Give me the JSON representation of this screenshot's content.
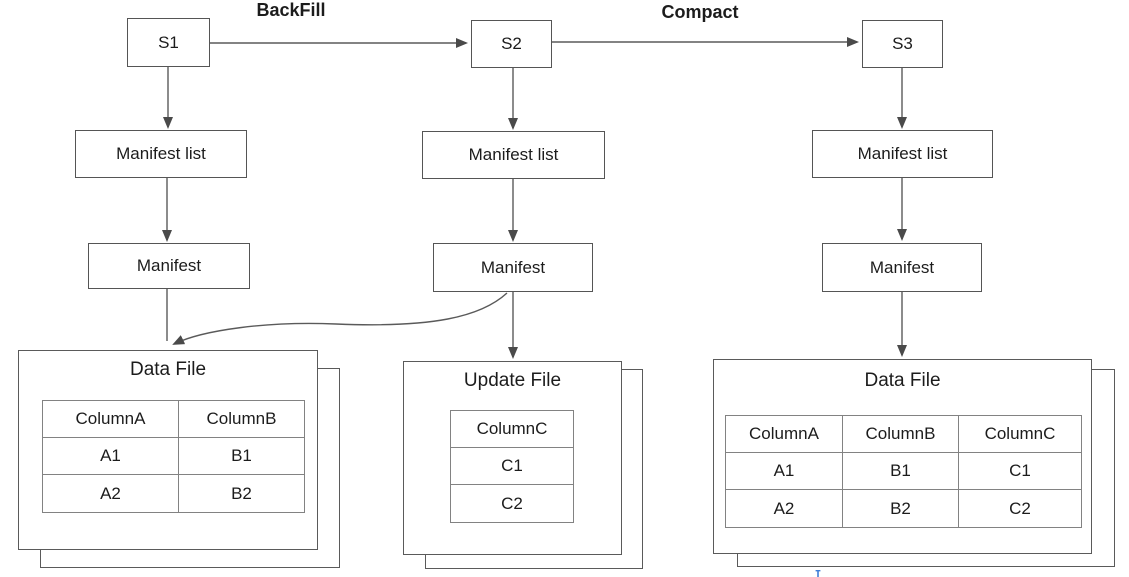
{
  "diagram_name": "iceberg-snapshot-backfill-compact-flow",
  "snapshots": {
    "s1": "S1",
    "s2": "S2",
    "s3": "S3"
  },
  "edge_labels": {
    "backfill": "BackFill",
    "compact": "Compact"
  },
  "manifest_list_label": "Manifest list",
  "manifest_label": "Manifest",
  "files": {
    "left": {
      "title": "Data File",
      "headers": [
        "ColumnA",
        "ColumnB"
      ],
      "rows": [
        [
          "A1",
          "B1"
        ],
        [
          "A2",
          "B2"
        ]
      ]
    },
    "middle": {
      "title": "Update File",
      "headers": [
        "ColumnC"
      ],
      "rows": [
        [
          "C1"
        ],
        [
          "C2"
        ]
      ]
    },
    "right": {
      "title": "Data File",
      "headers": [
        "ColumnA",
        "ColumnB",
        "ColumnC"
      ],
      "rows": [
        [
          "A1",
          "B1",
          "C1"
        ],
        [
          "A2",
          "B2",
          "C2"
        ]
      ]
    }
  },
  "colors": {
    "box_border": "#555555",
    "arrow": "#4a4a4a",
    "table_border": "#828282",
    "text": "#1c1c1c",
    "cursor_blue": "#3f7ed8"
  }
}
